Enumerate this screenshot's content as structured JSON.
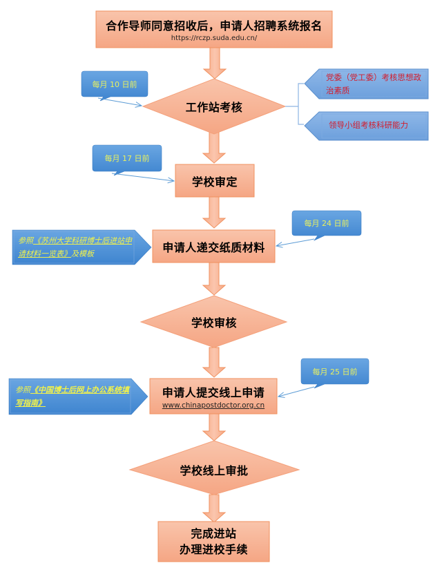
{
  "colors": {
    "box_fill": "#f7b79b",
    "box_stroke": "#f0915f",
    "callout_fill": "#4a8fd6",
    "callout_text": "#e8f060",
    "note_text": "#d21c2c",
    "connector": "#5b9bd5"
  },
  "steps": [
    {
      "id": "register",
      "shape": "rect",
      "title": "合作导师同意招收后，申请人招聘系统报名",
      "url": "https://rczp.suda.edu.cn/"
    },
    {
      "id": "station-review",
      "shape": "diamond",
      "title": "工作站考核"
    },
    {
      "id": "school-approve",
      "shape": "rect",
      "title": "学校审定"
    },
    {
      "id": "submit-paper",
      "shape": "rect",
      "title": "申请人递交纸质材料"
    },
    {
      "id": "school-review",
      "shape": "diamond",
      "title": "学校审核"
    },
    {
      "id": "submit-online",
      "shape": "rect",
      "title": "申请人提交线上申请",
      "url": "www.chinapostdoctor.org.cn"
    },
    {
      "id": "online-approve",
      "shape": "diamond",
      "title": "学校线上审批"
    },
    {
      "id": "complete",
      "shape": "rect",
      "title_line1": "完成进站",
      "title_line2": "办理进校手续"
    }
  ],
  "deadlines": [
    {
      "text": "每月 10 日前",
      "target": "station-review"
    },
    {
      "text": "每月 17 日前",
      "target": "school-approve"
    },
    {
      "text": "每月 24 日前",
      "target": "submit-paper"
    },
    {
      "text": "每月 25 日前",
      "target": "submit-online"
    }
  ],
  "review_notes": [
    "党委（党工委）考核思想政治素质",
    "领导小组考核科研能力"
  ],
  "references": [
    {
      "prefix": "参照",
      "link": "《苏州大学科研博士后进站申请材料一览表》",
      "suffix": "及模板"
    },
    {
      "prefix": "参照",
      "link": "《中国博士后网上办公系统填写指南》",
      "suffix": ""
    }
  ]
}
